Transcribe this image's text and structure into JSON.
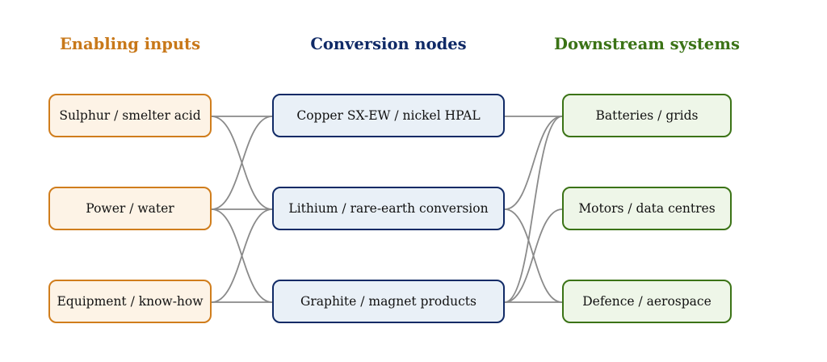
{
  "columns": {
    "inputs": {
      "title": "Enabling inputs",
      "color": "#c87819"
    },
    "nodes": {
      "title": "Conversion nodes",
      "color": "#102a66"
    },
    "downstream": {
      "title": "Downstream systems",
      "color": "#3b7316"
    }
  },
  "inputs": [
    {
      "label": "Sulphur / smelter acid"
    },
    {
      "label": "Power / water"
    },
    {
      "label": "Equipment / know-how"
    }
  ],
  "nodes": [
    {
      "label": "Copper SX-EW / nickel HPAL"
    },
    {
      "label": "Lithium / rare-earth conversion"
    },
    {
      "label": "Graphite / magnet products"
    }
  ],
  "downstream": [
    {
      "label": "Batteries / grids"
    },
    {
      "label": "Motors / data centres"
    },
    {
      "label": "Defence / aerospace"
    }
  ],
  "links": {
    "input_to_node": [
      [
        0,
        0
      ],
      [
        0,
        1
      ],
      [
        1,
        0
      ],
      [
        1,
        1
      ],
      [
        1,
        2
      ],
      [
        2,
        1
      ],
      [
        2,
        2
      ]
    ],
    "node_to_downstream": [
      [
        0,
        0
      ],
      [
        1,
        0
      ],
      [
        1,
        2
      ],
      [
        2,
        0
      ],
      [
        2,
        1
      ],
      [
        2,
        2
      ]
    ]
  },
  "link_color": "#8a8a8a"
}
